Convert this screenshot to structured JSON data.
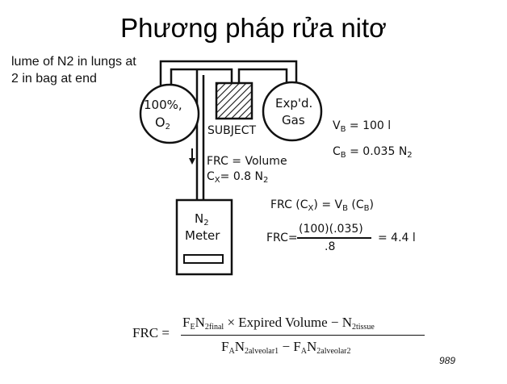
{
  "title": "Phương pháp rửa nitơ",
  "notes": [
    "lume of N2 in lungs at",
    "2 in bag at end"
  ],
  "apparatus": {
    "o2_bag": {
      "line1": "100%,",
      "line2_main": "O",
      "line2_sub": "2"
    },
    "subject_label": "SUBJECT",
    "expired_bag": {
      "line1": "Exp'd.",
      "line2": "Gas"
    },
    "meter": {
      "line1_main": "N",
      "line1_sub": "2",
      "line2": "Meter"
    },
    "frc_line1": "FRC = Volume",
    "cx_main": "C",
    "cx_sub": "X",
    "cx_rest": "= 0.8  N",
    "cx_n_sub": "2"
  },
  "values": {
    "vb_main": "V",
    "vb_sub": "B",
    "vb_rest": " = 100 l",
    "cb_main": "C",
    "cb_sub": "B",
    "cb_rest": " = 0.035 N",
    "cb_n_sub": "2"
  },
  "relation": {
    "p1": "FRC (C",
    "s1": "X",
    "p2": ") = V",
    "s2": "B",
    "p3": " (C",
    "s3": "B",
    "p4": ")"
  },
  "calc": {
    "lhs": "FRC=",
    "numerator": "(100)(.035)",
    "denominator": ".8",
    "result": "= 4.4  l"
  },
  "formula": {
    "lhs": "FRC =",
    "num": {
      "f": "F",
      "f_sub": "E",
      "n": "N",
      "n_sub": "2final",
      "mid": " × Expired Volume − N",
      "tissue_sub": "2tissue"
    },
    "den": {
      "f1": "F",
      "f1_sub": "A",
      "n1": "N",
      "n1_sub": "2alveolar1",
      "minus": " − ",
      "f2": "F",
      "f2_sub": "A",
      "n2": "N",
      "n2_sub": "2alveolar2"
    }
  },
  "page_number": "989"
}
